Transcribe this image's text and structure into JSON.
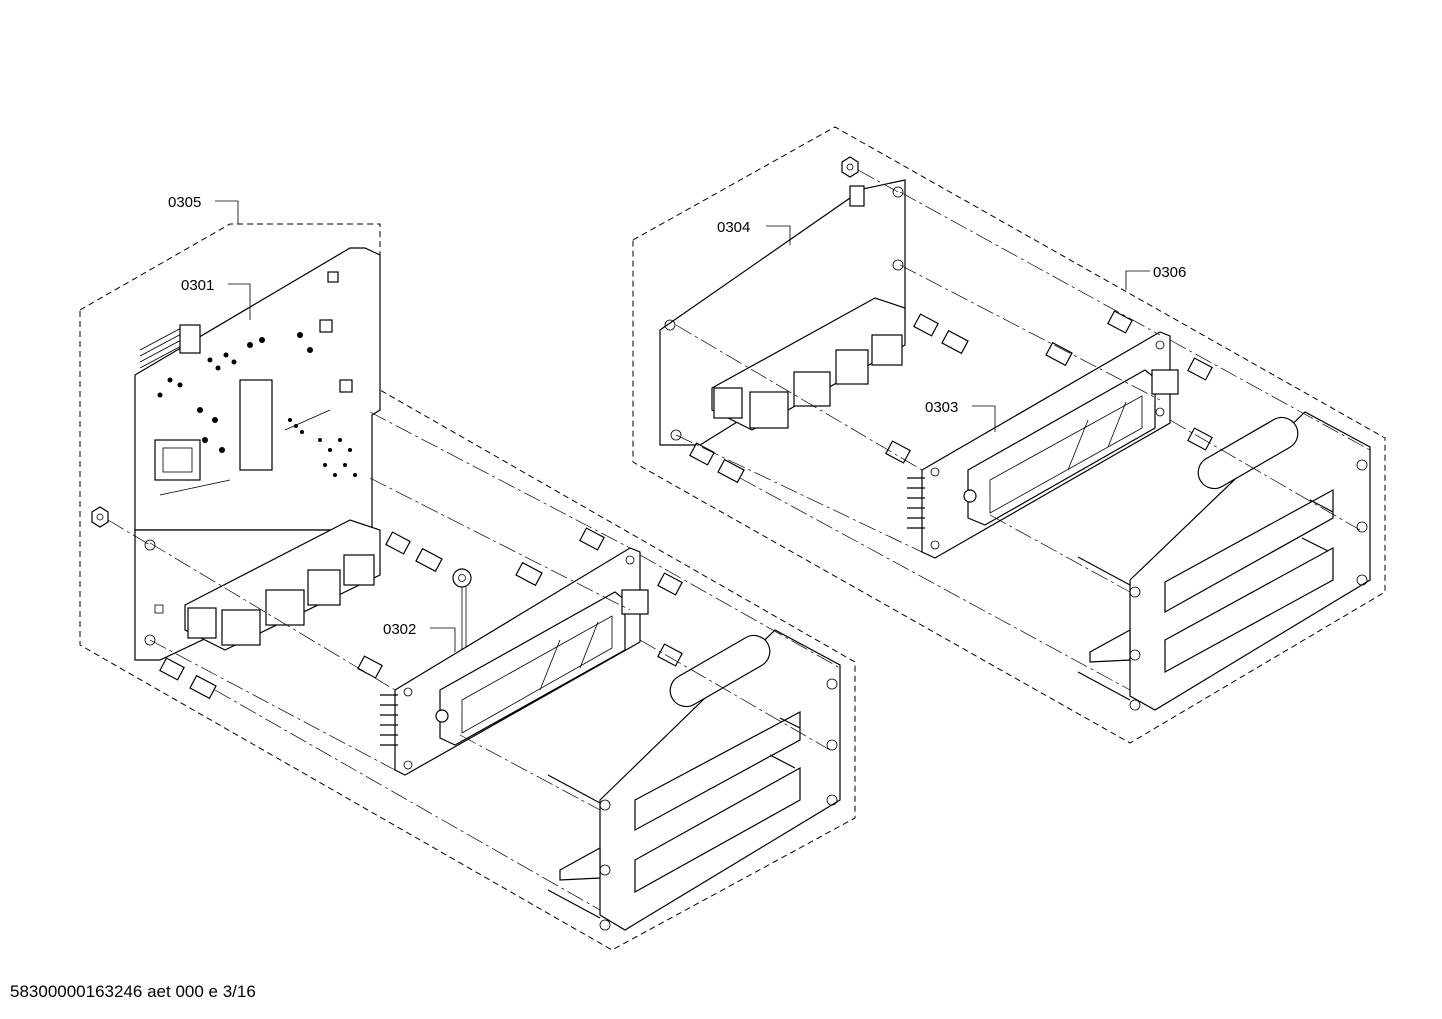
{
  "labels": {
    "p0301": "0301",
    "p0302": "0302",
    "p0303": "0303",
    "p0304": "0304",
    "p0305": "0305",
    "p0306": "0306"
  },
  "footer": {
    "text": "58300000163246 aet 000 e 3/16"
  },
  "colors": {
    "line": "#000000",
    "background": "#ffffff"
  }
}
